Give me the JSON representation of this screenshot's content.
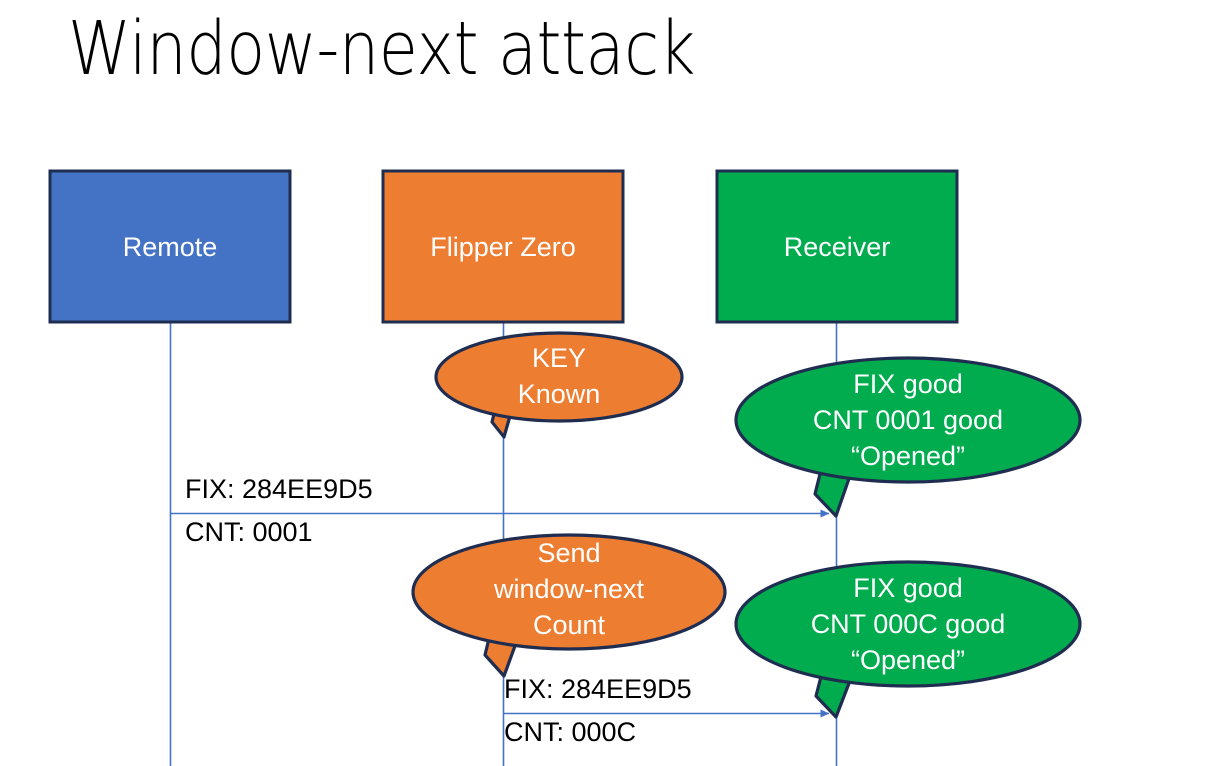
{
  "slide": {
    "title": "Window-next attack",
    "background": "#FFFFFF"
  },
  "colors": {
    "remote_fill": "#4472C4",
    "flipper_fill": "#ED7D31",
    "receiver_fill": "#00AC4E",
    "shape_outline": "#1F2D51",
    "line": "#4472C4",
    "label_text": "#000000",
    "shape_text": "#FFFFFF"
  },
  "lanes": [
    {
      "id": "remote",
      "label": "Remote",
      "fill_key": "remote_fill"
    },
    {
      "id": "flipper",
      "label": "Flipper Zero",
      "fill_key": "flipper_fill"
    },
    {
      "id": "receiver",
      "label": "Receiver",
      "fill_key": "receiver_fill"
    }
  ],
  "callouts": [
    {
      "id": "key-known",
      "owner": "flipper",
      "fill_key": "flipper_fill",
      "lines": [
        "KEY",
        "Known"
      ]
    },
    {
      "id": "receiver-ack-1",
      "owner": "receiver",
      "fill_key": "receiver_fill",
      "lines": [
        "FIX good",
        "CNT 0001 good",
        "“Opened”"
      ]
    },
    {
      "id": "send-window-next",
      "owner": "flipper",
      "fill_key": "flipper_fill",
      "lines": [
        "Send",
        "window-next",
        "Count"
      ]
    },
    {
      "id": "receiver-ack-2",
      "owner": "receiver",
      "fill_key": "receiver_fill",
      "lines": [
        "FIX good",
        "CNT 000C good",
        "“Opened”"
      ]
    }
  ],
  "messages": [
    {
      "id": "msg-remote-to-receiver",
      "from": "remote",
      "to": "receiver",
      "label_above": "FIX: 284EE9D5",
      "label_below": "CNT: 0001"
    },
    {
      "id": "msg-flipper-to-receiver",
      "from": "flipper",
      "to": "receiver",
      "label_above": "FIX: 284EE9D5",
      "label_below": "CNT: 000C"
    }
  ]
}
